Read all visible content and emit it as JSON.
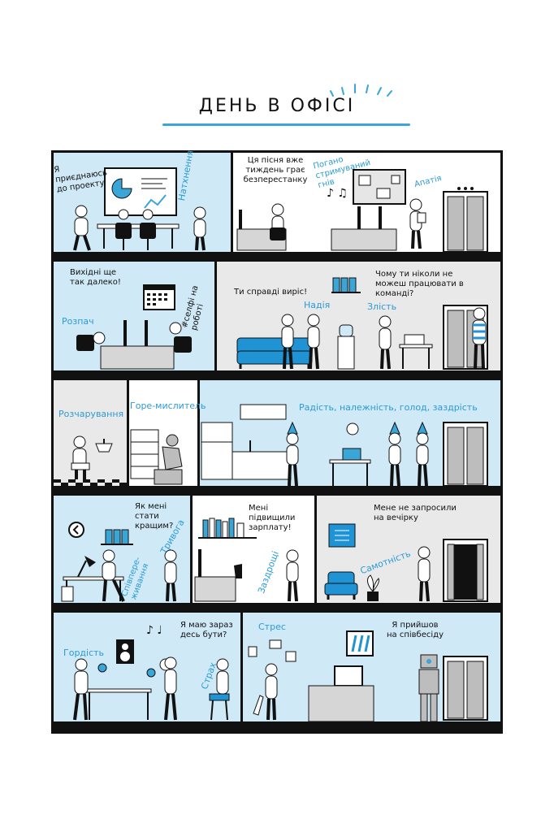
{
  "title": "ДЕНЬ В ОФІСІ",
  "colors": {
    "accent": "#3aa6d8",
    "panel_blue": "#cfe9f6",
    "panel_grey": "#e9e9e9",
    "ink": "#111111"
  },
  "row1": {
    "speech_join": "Я приєднаюсь до проекту",
    "emotion_inspiration": "Натхнення",
    "speech_song": "Ця пісня вже тиждень грає безперестанку",
    "emotion_anger_uncontrolled": "Погано стримуваний гнів",
    "emotion_apathy": "Апатія"
  },
  "row2": {
    "speech_weekend": "Вихідні ще так далеко!",
    "emotion_despair": "Розпач",
    "tag_selfie": "#селфі на роботі",
    "speech_grown": "Ти справді виріс!",
    "emotion_hope": "Надія",
    "speech_team": "Чому ти ніколи не можеш працювати в команді?",
    "emotion_anger": "Злість"
  },
  "row3": {
    "emotion_disappointment": "Розчарування",
    "emotion_thinker": "Горе-мислитель",
    "emotion_joy": "Радість, належність, голод, заздрість"
  },
  "row4": {
    "speech_better": "Як мені стати кращим?",
    "emotion_anxiety": "Тривога",
    "emotion_empathy": "Співпере-живання",
    "speech_raise": "Мені підвищили зарплату!",
    "emotion_envy": "Заздрощі",
    "speech_party": "Мене не запросили на вечірку",
    "emotion_loneliness": "Самотність"
  },
  "row5": {
    "emotion_pride": "Гордість",
    "speech_elsewhere": "Я маю зараз десь бути?",
    "emotion_fear": "Страх",
    "emotion_stress": "Стрес",
    "speech_interview": "Я прийшов на співбесіду"
  }
}
